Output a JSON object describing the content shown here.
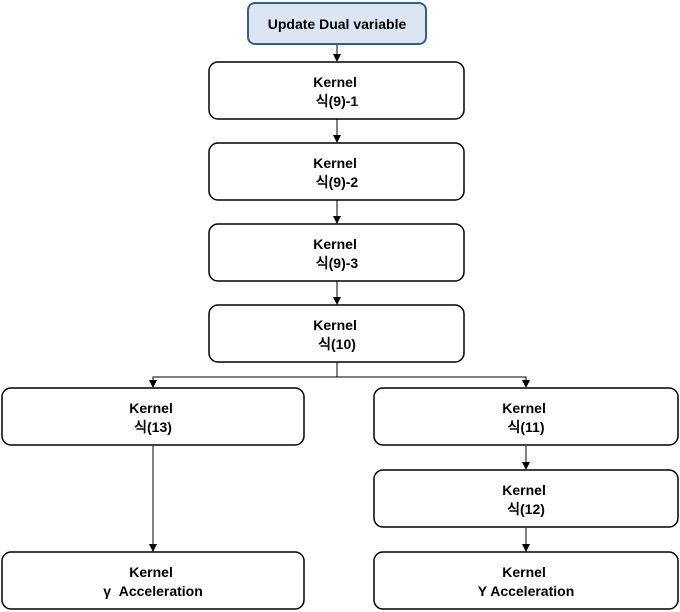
{
  "diagram": {
    "nodes": {
      "start": {
        "lines": [
          "Update Dual variable"
        ]
      },
      "k91": {
        "lines": [
          "Kernel",
          "식(9)-1"
        ]
      },
      "k92": {
        "lines": [
          "Kernel",
          "식(9)-2"
        ]
      },
      "k93": {
        "lines": [
          "Kernel",
          "식(9)-3"
        ]
      },
      "k10": {
        "lines": [
          "Kernel",
          "식(10)"
        ]
      },
      "k13": {
        "lines": [
          "Kernel",
          "식(13)"
        ]
      },
      "k11": {
        "lines": [
          "Kernel",
          "식(11)"
        ]
      },
      "k12": {
        "lines": [
          "Kernel",
          "식(12)"
        ]
      },
      "kgamma": {
        "lines": [
          "Kernel",
          "γ  Acceleration"
        ]
      },
      "ky": {
        "lines": [
          "Kernel",
          "Y Acceleration"
        ]
      }
    },
    "colors": {
      "start_fill": "#dce6f2",
      "start_border": "#385d8a",
      "node_fill": "#ffffff",
      "node_border": "#000000",
      "connector": "#000000"
    }
  }
}
